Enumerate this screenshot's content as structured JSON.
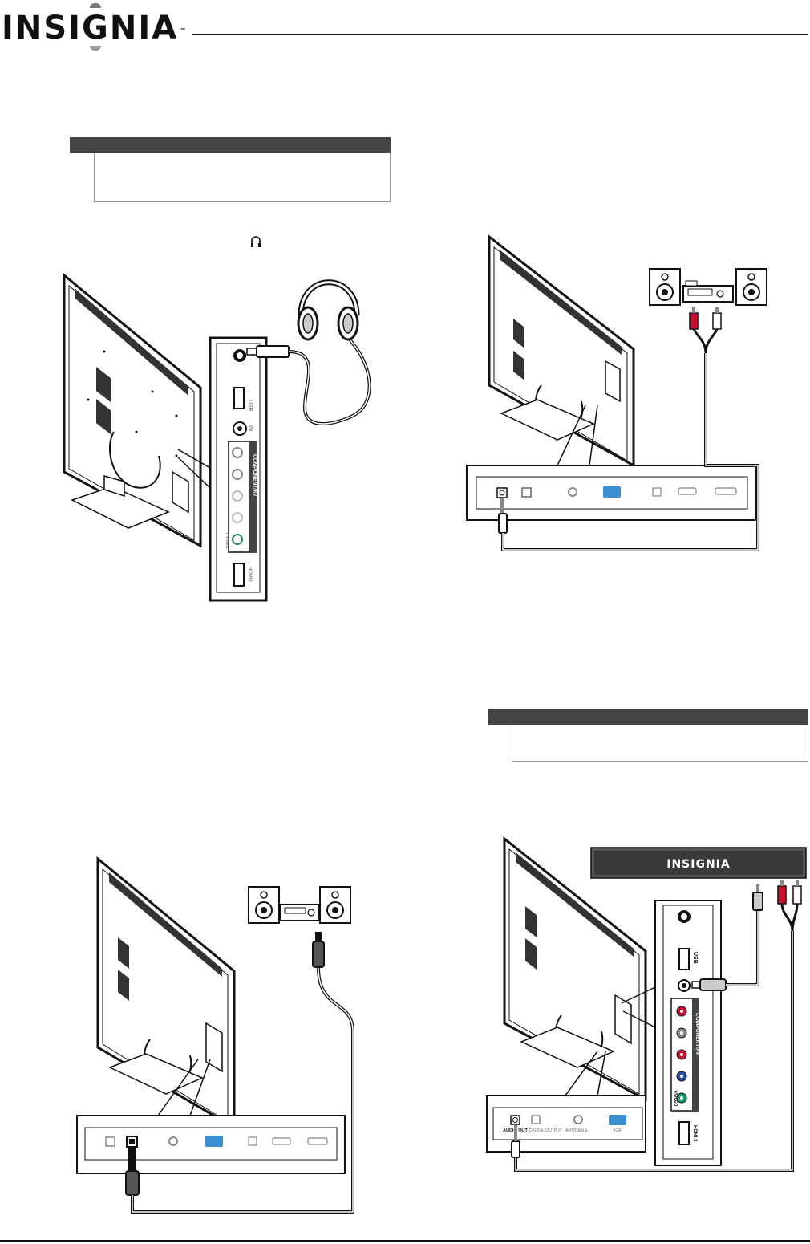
{
  "header": {
    "brand": "INSIGNIA",
    "trademark": "™"
  },
  "figures": {
    "headphone_panel": {
      "usb": "USB",
      "in": "IN",
      "component_av": "COMPONENT/AV",
      "y_video": "Y/VIDEO",
      "hdmi3": "HDMI3"
    },
    "av_panel": {
      "brand": "INSIGNIA",
      "usb": "USB",
      "in": "IN",
      "component_av": "COMPONENT/AV",
      "y_video": "Y/VIDEO",
      "hdmi3": "HDMI 3",
      "audio_out": "AUDIO OUT",
      "digital_output": "DIGITAL OUTPUT",
      "ant_cable": "ANT/CABLE",
      "vga": "VGA"
    }
  },
  "colors": {
    "note_bar": "#444444",
    "vga_port": "#3a8fd0",
    "rca_red": "#c8102e",
    "rca_white": "#ffffff",
    "component_green": "#1a9a6a",
    "component_blue": "#2a4fa0",
    "component_red": "#c8102e"
  }
}
